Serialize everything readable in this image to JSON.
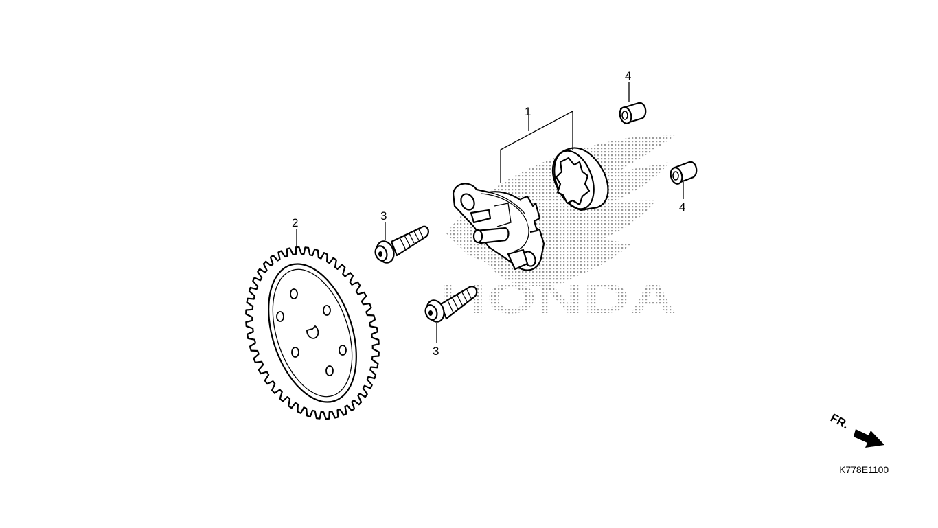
{
  "diagram": {
    "watermark": {
      "text": "HONDA",
      "color": "#9a9a9a"
    },
    "callouts": {
      "p1": "1",
      "p2": "2",
      "p3a": "3",
      "p3b": "3",
      "p4a": "4",
      "p4b": "4"
    },
    "front_indicator": {
      "text": "FR.",
      "icon": "arrow-icon"
    },
    "diagram_code": "K778E1100"
  }
}
